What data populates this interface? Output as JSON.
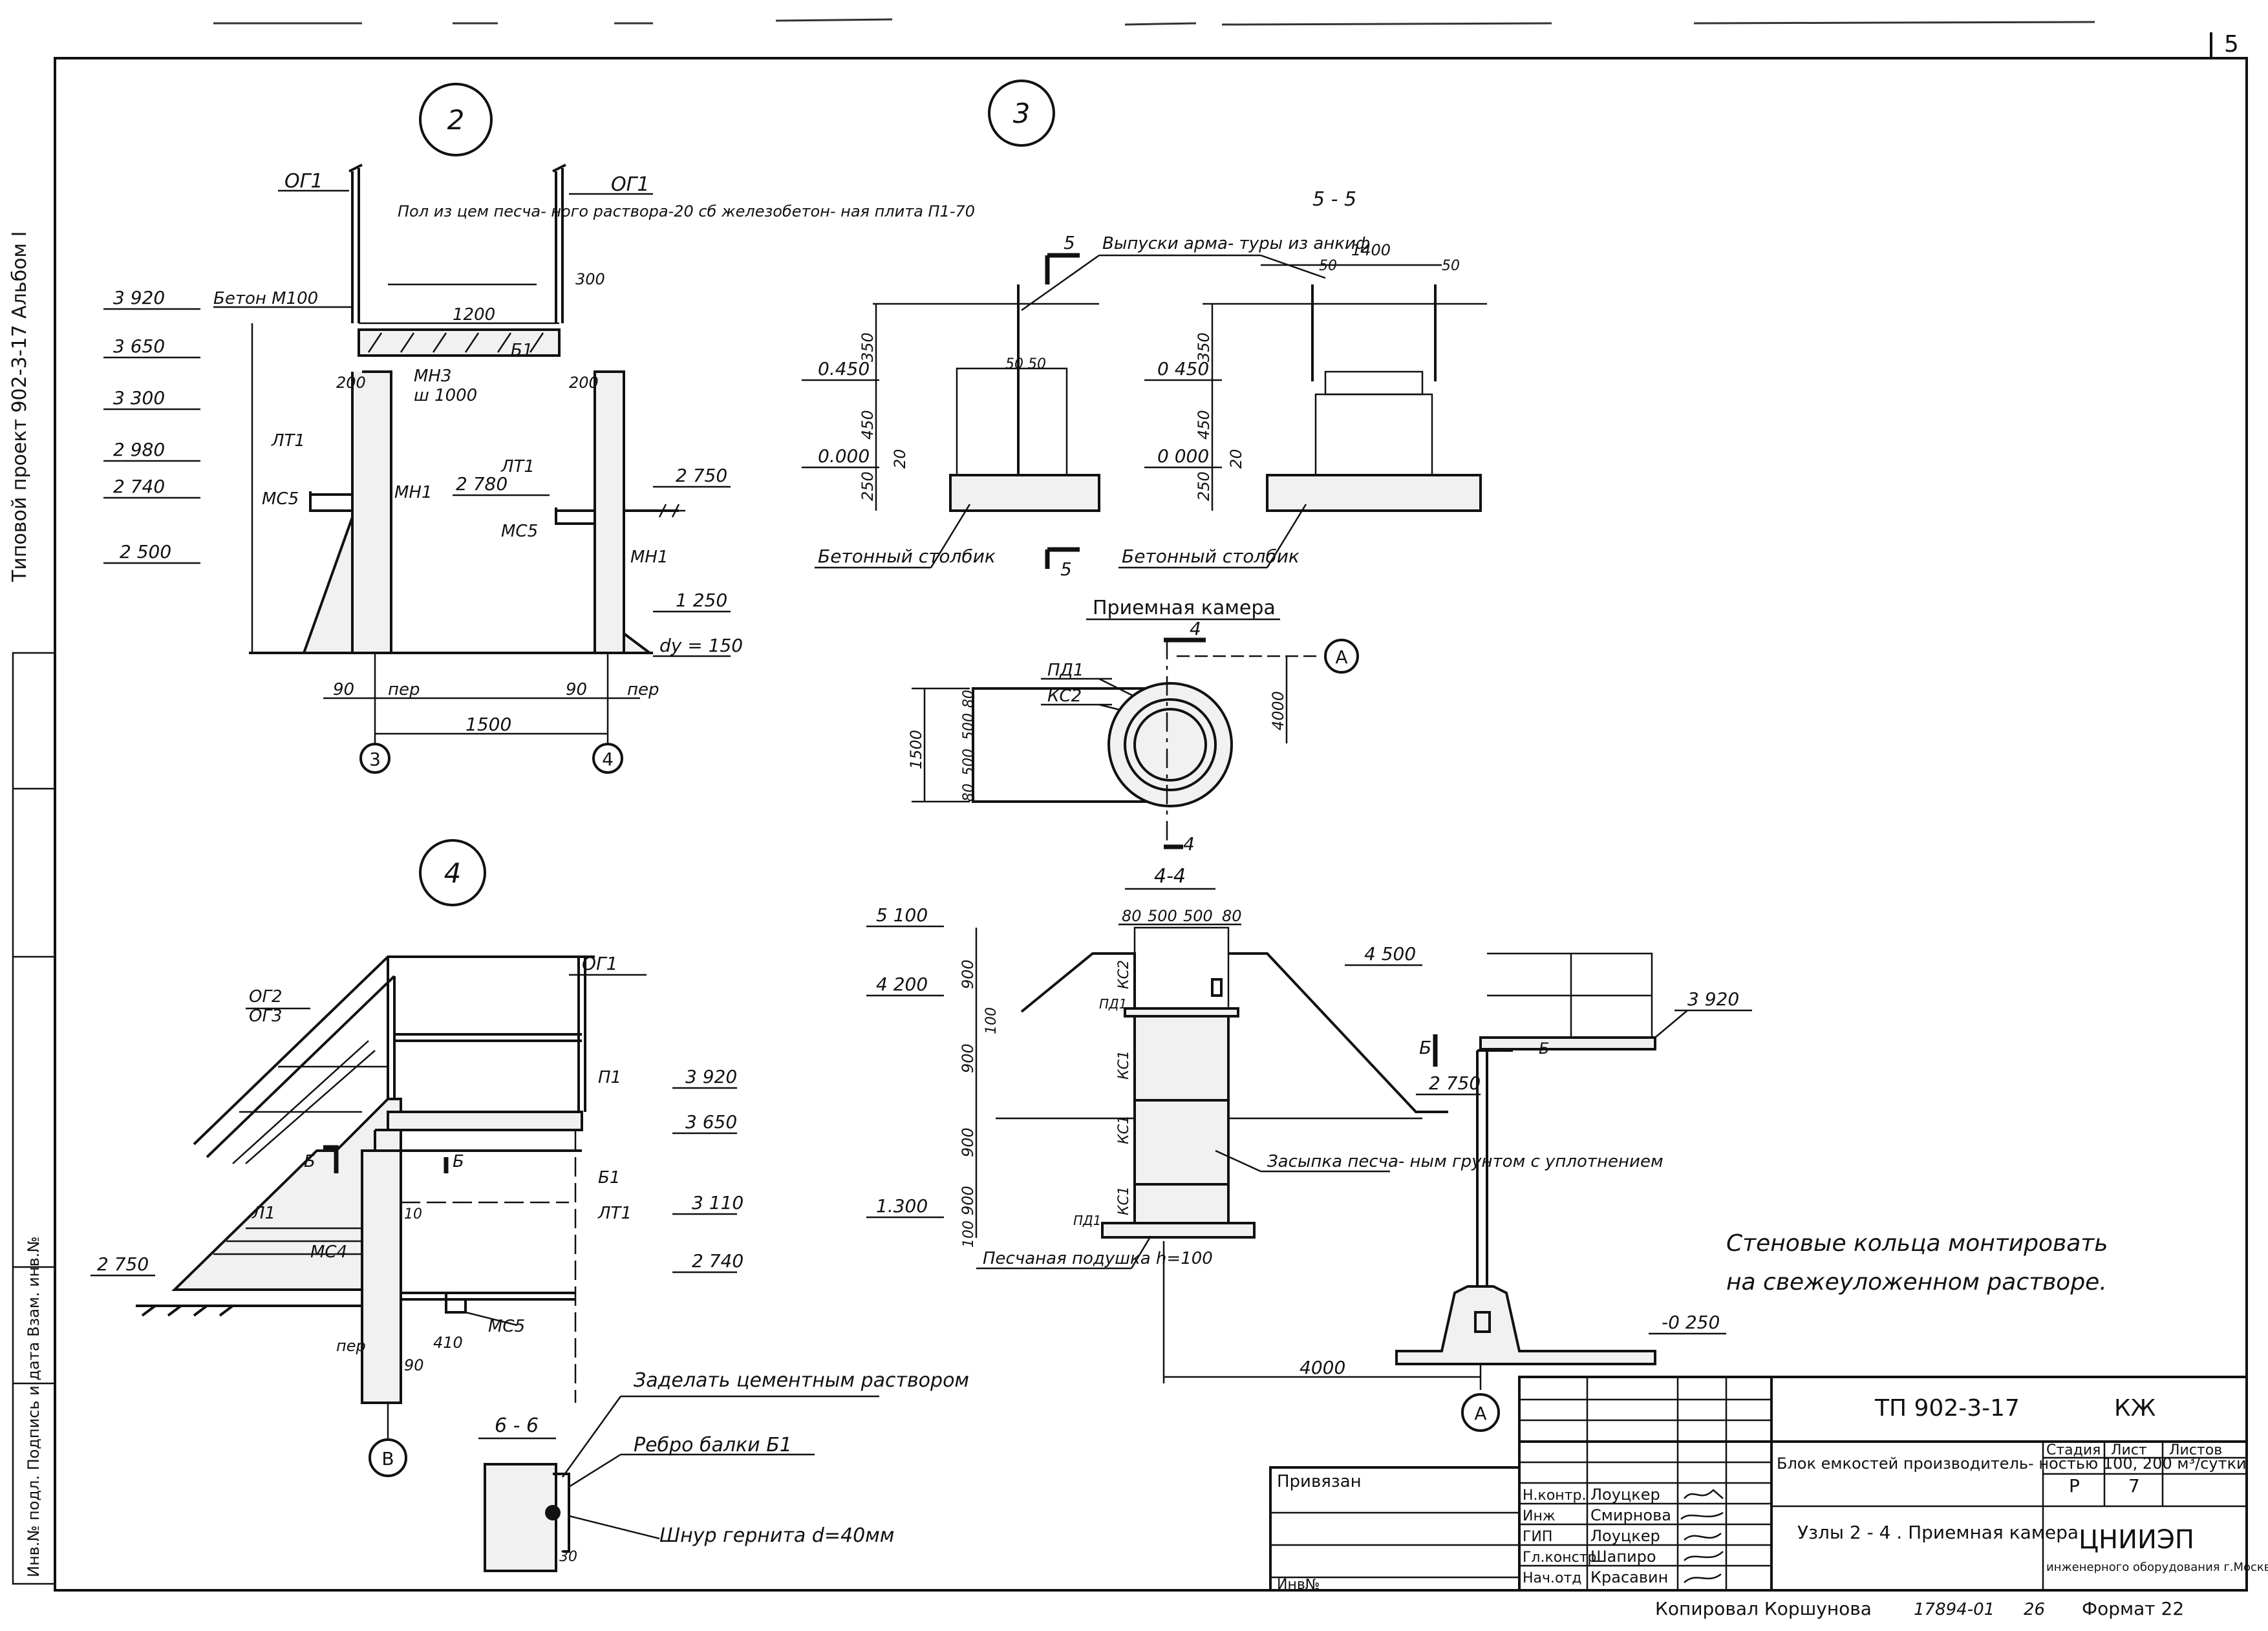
{
  "sheet": {
    "side_title": "Типовой проект 902-3-17   Альбом I",
    "side_inv": "Инв.№ подл. Подпись и дата Взам. инв.№",
    "corner_mark": "5"
  },
  "node2": {
    "label": "2",
    "og1_left": "ОГ1",
    "og1_right": "ОГ1",
    "floor_note": "Пол из цем песча- ного раствора-20 сб железобетон- ная плита П1-70",
    "beton": "Бетон М100",
    "mn3": "МН3",
    "mn3_len": "ш 1000",
    "b1": "Б1",
    "lt1_left": "ЛТ1",
    "lt1_right": "ЛТ1",
    "mc5_left": "МС5",
    "mc5_right": "МС5",
    "mn1_left": "МН1",
    "mn1_right": "МН1",
    "dim_1200": "1200",
    "dim_300": "300",
    "dim_200_left": "200",
    "dim_200_right": "200",
    "dim_1500": "1500",
    "dim_90_left": "90",
    "dim_90_right": "90",
    "per_left": "пер",
    "per_right": "пер",
    "dy": "dу = 150",
    "levels": [
      "3 920",
      "3 650",
      "3 300",
      "2 980",
      "2 740",
      "2 500",
      "2 780",
      "2 750",
      "1 250"
    ],
    "axis_left": "3",
    "axis_right": "4"
  },
  "node3": {
    "label": "3",
    "section": "5 - 5",
    "note": "Выпуски арма- туры из анкиф",
    "cut_label_top": "5",
    "cut_label_bottom": "5",
    "levels": [
      "0.450",
      "0.000",
      "0 450",
      "0 000"
    ],
    "dims_left": [
      "350",
      "450",
      "250",
      "20",
      "50",
      "50"
    ],
    "dims_right": [
      "1400",
      "50",
      "50",
      "350",
      "450",
      "250",
      "20"
    ],
    "column_left": "Бетонный столбик",
    "column_right": "Бетонный столбик"
  },
  "chamber": {
    "title": "Приемная камера",
    "pd1": "ПД1",
    "kc2": "КС2",
    "cut": "4",
    "cut_bottom": "4",
    "axis": "А",
    "dim_4000": "4000",
    "dim_1500": "1500",
    "dims_ring": [
      "80",
      "500",
      "500",
      "80"
    ]
  },
  "node4": {
    "label": "4",
    "og1": "ОГ1",
    "og2": "ОГ2",
    "og3": "ОГ3",
    "p1": "П1",
    "b1": "Б1",
    "b_cut": "Б",
    "b_cut2": "Б",
    "l1": "Л1",
    "lt1": "ЛТ1",
    "mc4": "МС4",
    "mc5": "МС5",
    "levels": [
      "3 920",
      "3 650",
      "3 110",
      "2 740",
      "2 750"
    ],
    "dim_410": "410",
    "dim_90": "90",
    "dim_10": "10",
    "per": "пер",
    "axis": "В"
  },
  "section66": {
    "title": "6 - 6",
    "note1": "Заделать цементным раствором",
    "note2": "Ребро балки Б1",
    "note3": "Шнур гернита d=40мм",
    "dim_30": "30"
  },
  "section44": {
    "title": "4-4",
    "dims_top": [
      "80",
      "500",
      "500",
      "80"
    ],
    "levels": [
      "5 100",
      "4 200",
      "4 500",
      "1.300"
    ],
    "dims_side": [
      "900",
      "100",
      "900",
      "900",
      "900",
      "100"
    ],
    "rings": [
      "КС2",
      "КС1",
      "КС1",
      "КС1"
    ],
    "pd1_top": "ПД1",
    "pd1_bottom": "ПД1",
    "fill_note": "Засыпка песча- ным грунтом с уплотнением",
    "sand_pad": "Песчаная подушка h=100"
  },
  "right_detail": {
    "levels": [
      "3 920",
      "2 750",
      "-0 250"
    ],
    "b_mark": "Б",
    "b_mark2": "Б",
    "dim_4000": "4000",
    "axis": "А"
  },
  "note": {
    "line1": "Стеновые кольца монтировать",
    "line2": "на свежеуложенном растворе."
  },
  "title_block": {
    "code": "ТП 902-3-17",
    "mark": "КЖ",
    "privyazan": "Привязан",
    "inv": "Инв№",
    "roles": [
      "Н.контр.",
      "Инж",
      "ГИП",
      "Гл.констр",
      "Нач.отд"
    ],
    "names": [
      "Лоуцкер",
      "Смирнова",
      "Лоуцкер",
      "Шапиро",
      "Красавин"
    ],
    "object": "Блок емкостей производитель- ностью 100, 200 м³/сутки",
    "sheet_title": "Узлы 2 - 4 . Приемная камера",
    "stage_hdr": "Стадия",
    "sheet_hdr": "Лист",
    "sheets_hdr": "Листов",
    "stage": "Р",
    "sheet_no": "7",
    "org": "ЦНИИЭП",
    "org_sub": "инженерного оборудования г.Москва"
  },
  "footer": {
    "copied": "Копировал Коршунова",
    "order": "17894-01",
    "num": "26",
    "format": "Формат 22"
  }
}
